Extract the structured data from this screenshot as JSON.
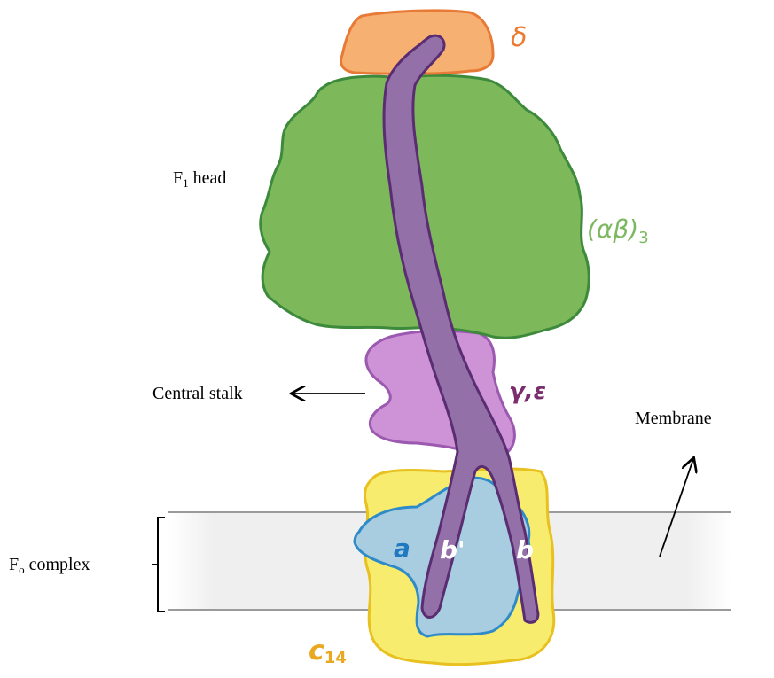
{
  "labels": {
    "f1_head_main": "F",
    "f1_head_sub": "1",
    "f1_head_rest": " head",
    "delta": "δ",
    "alpha_beta_3_main": "(αβ)",
    "alpha_beta_3_sub": "3",
    "central_stalk": "Central stalk",
    "gamma_epsilon": "γ,ε",
    "membrane": "Membrane",
    "fo_complex_main": "F",
    "fo_complex_sub": "o",
    "fo_complex_rest": " complex",
    "subunit_a": "a",
    "subunit_b_prime": "b'",
    "subunit_b": "b",
    "c14_main": "c",
    "c14_sub": "14"
  },
  "colors": {
    "delta_fill": "#f6b071",
    "delta_stroke": "#e87a38",
    "head_fill": "#7db85a",
    "head_stroke": "#3e8a3c",
    "stalk_fill": "#cd93d6",
    "stalk_stroke": "#9b59b0",
    "peripheral_fill": "#9470a8",
    "peripheral_stroke": "#5a2d72",
    "ring_fill": "#f7ec6e",
    "ring_stroke": "#e8c020",
    "a_fill": "#a8cde0",
    "a_stroke": "#2f8ac8",
    "membrane_band": "#efefef",
    "membrane_line": "#8a8a8a",
    "delta_text": "#ee7a30",
    "ab3_text": "#7cb860",
    "gamma_text": "#7b2e6e",
    "a_text": "#1f78c0",
    "c14_text": "#e8a820"
  }
}
